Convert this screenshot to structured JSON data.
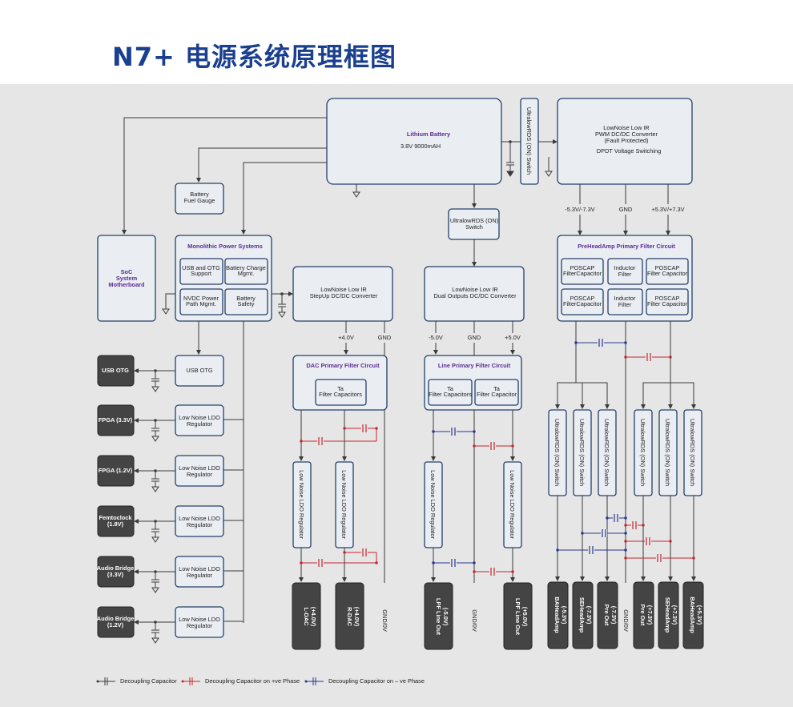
{
  "title": "N7+ 电源系统原理框图",
  "battery": {
    "name": "Lithium Battery",
    "spec": "3.8V 9000mAH"
  },
  "top_switch": "UltralowRDS (ON) Switch",
  "pwm": {
    "line1": "LowNoise Low IR",
    "line2": "PWM DC/DC Converter",
    "line3": "(Fault Protected)",
    "line4": "DPDT Voltage Switching"
  },
  "pwm_outputs": {
    "neg": "-5.3V/-7.3V",
    "gnd": "GND",
    "pos": "+5.3V/+7.3V"
  },
  "mid_switch": {
    "line1": "UltralowRDS (ON)",
    "line2": "Switch"
  },
  "fuel_gauge": {
    "line1": "Battery",
    "line2": "Fuel Gauge"
  },
  "soc": {
    "line1": "SoC",
    "line2": "System",
    "line3": "Motherboard"
  },
  "mps": {
    "title": "Monolithic Power Systems",
    "usb_support": {
      "line1": "USB and OTG",
      "line2": "Support"
    },
    "battery_charge": {
      "line1": "Battery Charge",
      "line2": "Mgmt."
    },
    "nvdc": {
      "line1": "NVDC Power",
      "line2": "Path Mgmt."
    },
    "battery_safety": {
      "line1": "Battery",
      "line2": "Safety"
    }
  },
  "stepup": {
    "line1": "LowNoise Low IR",
    "line2": "StepUp DC/DC Converter"
  },
  "stepup_outputs": {
    "pos": "+4.0V",
    "gnd": "GND"
  },
  "dual": {
    "line1": "LowNoise Low IR",
    "line2": "Dual Outputs DC/DC Converter"
  },
  "dual_outputs": {
    "neg": "-5.0V",
    "gnd": "GND",
    "pos": "+5.0V"
  },
  "dac_filter": {
    "title": "DAC Primary Filter Circuit",
    "cap_line1": "Ta",
    "cap_line2": "Filter Capacitors"
  },
  "line_filter": {
    "title": "Line Primary Filter Circuit",
    "cap1_line1": "Ta",
    "cap1_line2": "Filter Capacitors",
    "cap2_line1": "Ta",
    "cap2_line2": "Filter Capacitor"
  },
  "prehead": {
    "title": "PreHeadAmp Primary Filter Circuit",
    "c1": {
      "line1": "POSCAP",
      "line2": "FilterCapacitor"
    },
    "c2": {
      "line1": "Inductor",
      "line2": "Filter"
    },
    "c3": {
      "line1": "POSCAP",
      "line2": "Filter Capacitor"
    },
    "c4": {
      "line1": "POSCAP",
      "line2": "FilterCapacitor"
    },
    "c5": {
      "line1": "Inductor",
      "line2": "Filter"
    },
    "c6": {
      "line1": "POSCAP",
      "line2": "Filter Capacitor"
    }
  },
  "left_regs": [
    {
      "label": "USB OTG",
      "load1": "USB OTG",
      "load2": ""
    },
    {
      "label1": "Low Noise LDO",
      "label2": "Regulator",
      "load1": "FPGA (3.3V)",
      "load2": ""
    },
    {
      "label1": "Low Noise LDO",
      "label2": "Regulator",
      "load1": "FPGA (1.2V)",
      "load2": ""
    },
    {
      "label1": "Low Noise LDO",
      "label2": "Regulator",
      "load1": "Femtoclock",
      "load2": "(1.8V)"
    },
    {
      "label1": "Low Noise LDO",
      "label2": "Regulator",
      "load1": "Audio Bridge",
      "load2": "(3.3V)"
    },
    {
      "label1": "Low Noise LDO",
      "label2": "Regulator",
      "load1": "Audio Bridge",
      "load2": "(1.2V)"
    }
  ],
  "ldo_vertical": "Low Noise LDO Regulator",
  "dac_outputs": {
    "l1": "L-DAC",
    "l2": "(+4.0V)",
    "r1": "R-DAC",
    "r2": "(+4.0V)",
    "gnd": "GND/0V"
  },
  "line_outputs": {
    "a1": "LPF Line Out",
    "a2": "(-5.0V)",
    "b1": "LPF Line Out",
    "b2": "(+5.0V)",
    "gnd": "GND/0V"
  },
  "rds_vertical": "UltralowRDS (ON) Switch",
  "amp_outputs": {
    "o1a": "BAHeadAmp",
    "o1b": "(-5.3V)",
    "o2a": "SEHeadAmp",
    "o2b": "(-7.3V)",
    "o3a": "Pre Out",
    "o3b": "(-7.3V)",
    "gnd": "GND/0V",
    "o4a": "Pre Out",
    "o4b": "(+7.3V)",
    "o5a": "SEHeadAmp",
    "o5b": "(+7.3V)",
    "o6a": "BAHeadAmp",
    "o6b": "(+5.3V)"
  },
  "legend": {
    "black": "Decoupling Capacitor",
    "red": "Decoupling Capacitor on +ve Phase",
    "blue": "Decoupling Capacitor on – ve Phase"
  },
  "colors": {
    "title": "#1a3f8f",
    "box_stroke": "#24406b",
    "box_fill": "#eaeef3",
    "purple_label": "#5c2d91",
    "dark_box": "#444444",
    "red_line": "#c4262e",
    "blue_line": "#27358f",
    "panel": "#e6e6e6"
  }
}
